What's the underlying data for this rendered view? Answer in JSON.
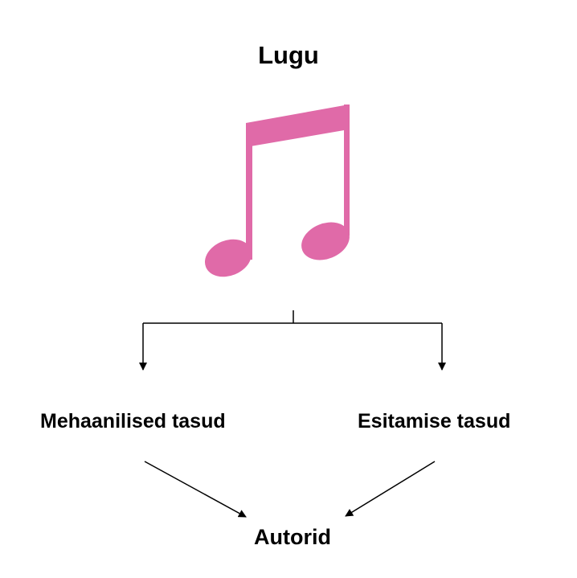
{
  "diagram": {
    "title": "Lugu",
    "left_node": "Mehaanilised tasud",
    "right_node": "Esitamise tasud",
    "bottom_node": "Autorid"
  },
  "icon": {
    "name": "music-note-icon",
    "color": "#e06aa8"
  },
  "colors": {
    "line": "#000000",
    "text": "#000000",
    "background": "#ffffff"
  }
}
